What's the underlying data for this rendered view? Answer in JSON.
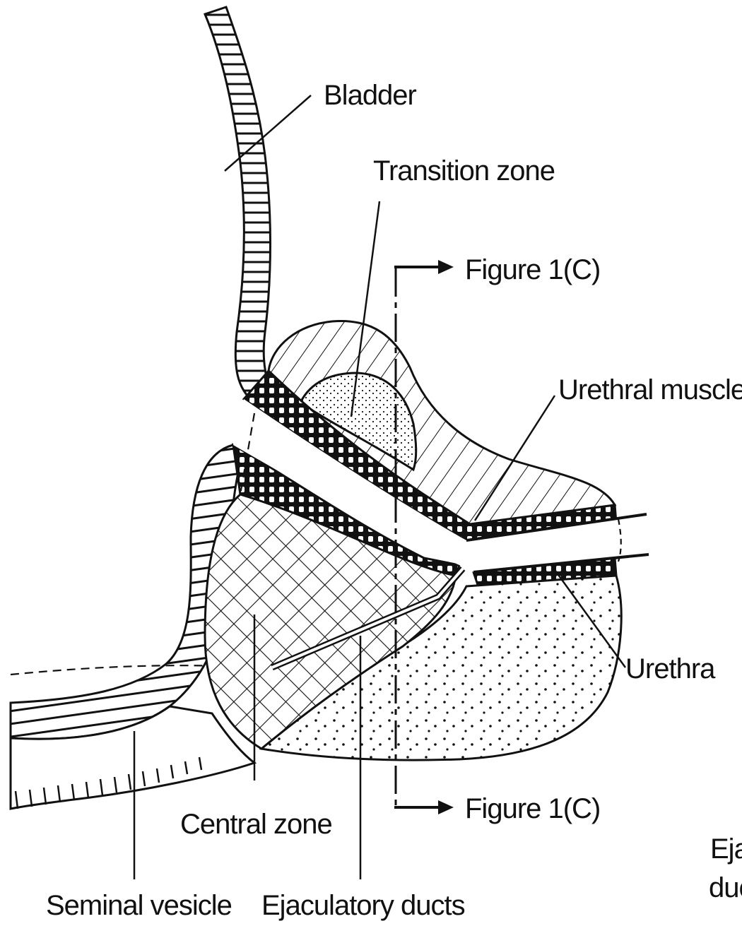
{
  "labels": {
    "bladder": "Bladder",
    "transition_zone": "Transition zone",
    "figure_ref_top": "Figure 1(C)",
    "figure_ref_bottom": "Figure 1(C)",
    "urethral_muscle": "Urethral muscle",
    "urethra": "Urethra",
    "central_zone": "Central zone",
    "seminal_vesicle": "Seminal vesicle",
    "ejaculatory_ducts": "Ejaculatory ducts",
    "ejaculatory_ducts_cut_line1": "Eja",
    "ejaculatory_ducts_cut_line2": "duc"
  },
  "colors": {
    "ink": "#111111",
    "background": "#ffffff"
  }
}
